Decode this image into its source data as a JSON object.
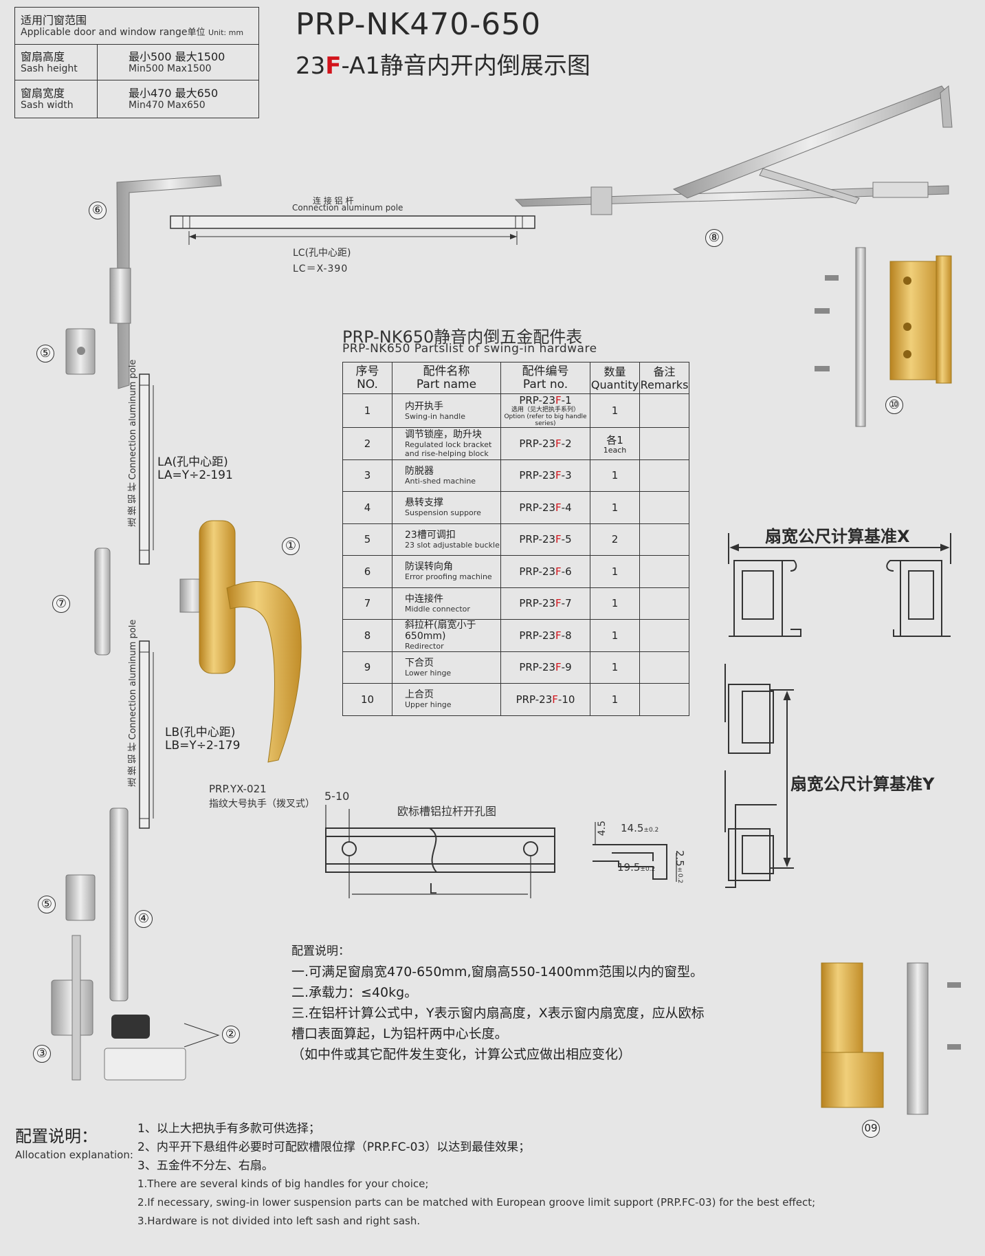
{
  "range": {
    "header_cn": "适用门窗范围",
    "header_en": "Applicable door and window range",
    "unit_cn": "单位",
    "unit_en": "Unit:  mm",
    "rows": [
      {
        "cn": "窗扇高度",
        "en": "Sash height",
        "val_cn": "最小500  最大1500",
        "val_en": "Min500  Max1500"
      },
      {
        "cn": "窗扇宽度",
        "en": "Sash width",
        "val_cn": "最小470  最大650",
        "val_en": "Min470  Max650"
      }
    ]
  },
  "title": {
    "model": "PRP-NK470-650",
    "sub_pre": "23",
    "sub_red": "F",
    "sub_post": "-A1静音内开内倒展示图"
  },
  "labels": {
    "conn_pole_cn": "连 接 铝 杆",
    "conn_pole_en": "Connection aluminum pole",
    "lc1": "LC(孔中心距)",
    "lc2": "LC＝X-390",
    "la1": "LA(孔中心距)",
    "la2": "LA=Y÷2-191",
    "lb1": "LB(孔中心距)",
    "lb2": "LB=Y÷2-179",
    "vpole": "连 接 铝 杆  Connection aluminum pole",
    "handle_model": "PRP.YX-021",
    "handle_desc": "指纹大号执手（拨叉式）",
    "groove_title": "欧标槽铝拉杆开孔图",
    "dim_510": "5-10",
    "dim_L": "L",
    "dim_45": "4.5",
    "dim_145": "14.5",
    "dim_195": "19.5",
    "dim_25": "2.5",
    "tol": "±0.2",
    "base_x": "扇宽公尺计算基准X",
    "base_y": "扇宽公尺计算基准Y"
  },
  "callouts": [
    "①",
    "②",
    "③",
    "④",
    "⑤",
    "⑤",
    "⑥",
    "⑦",
    "⑧",
    "⑩",
    "09"
  ],
  "parts": {
    "title_pre": "PRP-NK6",
    "title_mid": "5",
    "title_post": "0静音内倒五金配件表",
    "title_en": "PRP-NK650 Partslist of swing-in hardware",
    "headers": [
      {
        "cn": "序号",
        "en": "NO."
      },
      {
        "cn": "配件名称",
        "en": "Part name"
      },
      {
        "cn": "配件编号",
        "en": "Part no."
      },
      {
        "cn": "数量",
        "en": "Quantity"
      },
      {
        "cn": "备注",
        "en": "Remarks"
      }
    ],
    "rows": [
      {
        "no": "1",
        "cn": "内开执手",
        "en": "Swing-in handle",
        "pre": "PRP-23",
        "red": "F",
        "post": "-1",
        "sub": "选用（见大把执手系列）",
        "sub2": "Option (refer to big handle series)",
        "qty": "1",
        "qty2": ""
      },
      {
        "no": "2",
        "cn": "调节锁座，助升块",
        "en": "Regulated lock bracket and rise-helping block",
        "pre": "PRP-23",
        "red": "F",
        "post": "-2",
        "sub": "",
        "sub2": "",
        "qty": "各1",
        "qty2": "1each"
      },
      {
        "no": "3",
        "cn": "防脱器",
        "en": "Anti-shed machine",
        "pre": "PRP-23",
        "red": "F",
        "post": "-3",
        "sub": "",
        "sub2": "",
        "qty": "1",
        "qty2": ""
      },
      {
        "no": "4",
        "cn": "悬转支撑",
        "en": "Suspension suppore",
        "pre": "PRP-23",
        "red": "F",
        "post": "-4",
        "sub": "",
        "sub2": "",
        "qty": "1",
        "qty2": ""
      },
      {
        "no": "5",
        "cn": "23槽可调扣",
        "en": "23 slot adjustable buckle",
        "pre": "PRP-23",
        "red": "F",
        "post": "-5",
        "sub": "",
        "sub2": "",
        "qty": "2",
        "qty2": ""
      },
      {
        "no": "6",
        "cn": "防误转向角",
        "en": "Error proofing machine",
        "pre": "PRP-23",
        "red": "F",
        "post": "-6",
        "sub": "",
        "sub2": "",
        "qty": "1",
        "qty2": ""
      },
      {
        "no": "7",
        "cn": "中连接件",
        "en": "Middle connector",
        "pre": "PRP-23",
        "red": "F",
        "post": "-7",
        "sub": "",
        "sub2": "",
        "qty": "1",
        "qty2": ""
      },
      {
        "no": "8",
        "cn": "斜拉杆(扇宽小于650mm)",
        "en": "Redirector",
        "pre": "PRP-23",
        "red": "F",
        "post": "-8",
        "sub": "",
        "sub2": "",
        "qty": "1",
        "qty2": ""
      },
      {
        "no": "9",
        "cn": "下合页",
        "en": "Lower hinge",
        "pre": "PRP-23",
        "red": "F",
        "post": "-9",
        "sub": "",
        "sub2": "",
        "qty": "1",
        "qty2": ""
      },
      {
        "no": "10",
        "cn": "上合页",
        "en": "Upper hinge",
        "pre": "PRP-23",
        "red": "F",
        "post": "-10",
        "sub": "",
        "sub2": "",
        "qty": "1",
        "qty2": ""
      }
    ]
  },
  "config": {
    "title": "配置说明：",
    "lines": [
      "一.可满足窗扇宽470-650mm,窗扇高550-1400mm范围以内的窗型。",
      "二.承载力：≤40kg。",
      "三.在铝杆计算公式中，Y表示窗内扇高度，X表示窗内扇宽度，应从欧标",
      "槽口表面算起，L为铝杆两中心长度。",
      "（如中件或其它配件发生变化，计算公式应做出相应变化）"
    ]
  },
  "alloc": {
    "title_cn": "配置说明：",
    "title_en": "Allocation explanation:",
    "cn": [
      "1、以上大把执手有多款可供选择；",
      "2、内平开下悬组件必要时可配欧槽限位撑（PRP.FC-03）以达到最佳效果；",
      "3、五金件不分左、右扇。"
    ],
    "en": [
      "1.There are several kinds of big handles for your choice;",
      "2.If necessary, swing-in lower suspension parts can be matched with European groove limit support (PRP.FC-03) for the best effect;",
      "3.Hardware is not divided into left sash and right sash."
    ]
  },
  "colors": {
    "accent_red": "#d2141c",
    "gold": "#d8a83c",
    "silver": "#c8c8c8"
  }
}
